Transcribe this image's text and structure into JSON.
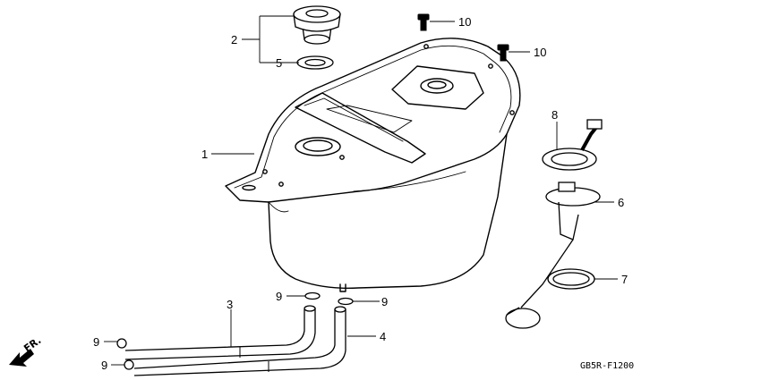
{
  "diagram": {
    "code": "GB5R-F1200",
    "direction_label": "FR.",
    "callouts": {
      "fuel_cap": "2",
      "cap_seal": "5",
      "bolt_top": "10",
      "bolt_right": "10",
      "fuel_tank": "1",
      "pump_ring": "8",
      "fuel_unit": "6",
      "unit_packing": "7",
      "tube_left": "3",
      "tube_right": "4",
      "clip_a": "9",
      "clip_b": "9",
      "clip_c": "9",
      "clip_d": "9"
    }
  }
}
